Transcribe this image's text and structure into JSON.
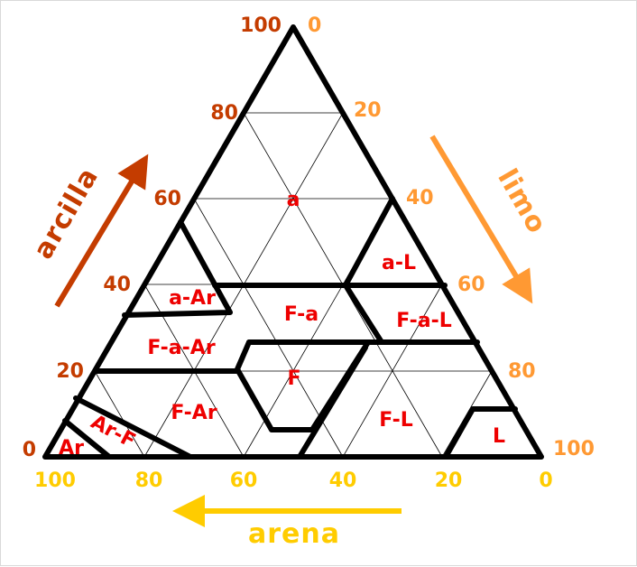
{
  "colors": {
    "clay": "#c43c00",
    "silt": "#ff9933",
    "sand": "#ffcc00",
    "region_label": "#ee0000",
    "lines": "#000000"
  },
  "axes": {
    "clay": {
      "title": "arcilla",
      "ticks": [
        "100",
        "80",
        "60",
        "40",
        "20",
        "0"
      ]
    },
    "silt": {
      "title": "limo",
      "ticks": [
        "0",
        "20",
        "40",
        "60",
        "80",
        "100"
      ]
    },
    "sand": {
      "title": "arena",
      "ticks": [
        "100",
        "80",
        "60",
        "40",
        "20",
        "0"
      ]
    }
  },
  "regions": {
    "a": "a",
    "aL": "a-L",
    "aAr": "a-Ar",
    "Fa": "F-a",
    "FaL": "F-a-L",
    "FaAr": "F-a-Ar",
    "F": "F",
    "FAr": "F-Ar",
    "FL": "F-L",
    "L": "L",
    "ArF": "Ar-F",
    "Ar": "Ar"
  }
}
